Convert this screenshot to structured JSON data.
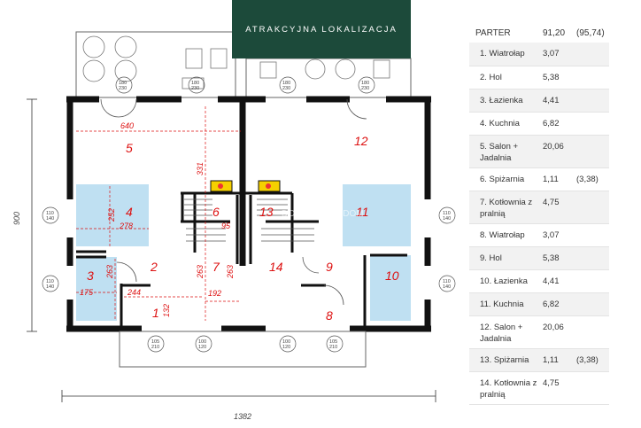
{
  "banner": {
    "text": "ATRAKCYJNA LOKALIZACJA"
  },
  "watermark": "DOMY z GRANDOM",
  "plan": {
    "rooms": [
      "5",
      "12",
      "4",
      "6",
      "13",
      "11",
      "2",
      "7",
      "14",
      "9",
      "3",
      "10",
      "1",
      "8"
    ],
    "dims": {
      "d640": "640",
      "d331": "331",
      "d252": "252",
      "d278": "278",
      "d95": "95",
      "d263a": "263",
      "d263b": "263",
      "d263c": "263",
      "d244": "244",
      "d132": "132",
      "d192": "192",
      "d175": "175"
    },
    "overall_width": "1382",
    "overall_height": "900",
    "windows": {
      "w180a": [
        "180",
        "230"
      ],
      "w180b": [
        "180",
        "230"
      ],
      "w180c": [
        "180",
        "230"
      ],
      "w180d": [
        "180",
        "230"
      ],
      "w110a": [
        "110",
        "140"
      ],
      "w110b": [
        "110",
        "140"
      ],
      "w110c": [
        "110",
        "140"
      ],
      "w110d": [
        "110",
        "140"
      ],
      "w105a": [
        "105",
        "210"
      ],
      "w105b": [
        "105",
        "210"
      ],
      "w100a": [
        "100",
        "120"
      ],
      "w100b": [
        "100",
        "120"
      ]
    }
  },
  "table": {
    "header": {
      "label": "PARTER",
      "area": "91,20",
      "area2": "(95,74)"
    },
    "rows": [
      {
        "name": "1. Wiatrołap",
        "area": "3,07",
        "area2": ""
      },
      {
        "name": "2. Hol",
        "area": "5,38",
        "area2": ""
      },
      {
        "name": "3. Łazienka",
        "area": "4,41",
        "area2": ""
      },
      {
        "name": "4. Kuchnia",
        "area": "6,82",
        "area2": ""
      },
      {
        "name": "5. Salon + Jadalnia",
        "area": "20,06",
        "area2": ""
      },
      {
        "name": "6. Spiżarnia",
        "area": "1,11",
        "area2": "(3,38)"
      },
      {
        "name": "7. Kotłownia z pralnią",
        "area": "4,75",
        "area2": ""
      },
      {
        "name": "8. Wiatrołap",
        "area": "3,07",
        "area2": ""
      },
      {
        "name": "9. Hol",
        "area": "5,38",
        "area2": ""
      },
      {
        "name": "10. Łazienka",
        "area": "4,41",
        "area2": ""
      },
      {
        "name": "11. Kuchnia",
        "area": "6,82",
        "area2": ""
      },
      {
        "name": "12. Salon + Jadalnia",
        "area": "20,06",
        "area2": ""
      },
      {
        "name": "13. Spiżarnia",
        "area": "1,11",
        "area2": "(3,38)"
      },
      {
        "name": "14. Kotłownia z pralnią",
        "area": "4,75",
        "area2": ""
      }
    ]
  }
}
